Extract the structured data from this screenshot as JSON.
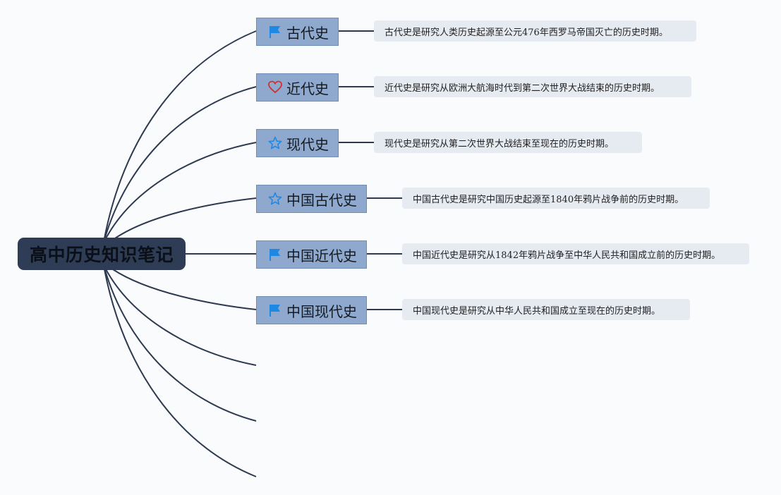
{
  "root": {
    "title": "高中历史知识笔记"
  },
  "topics": [
    {
      "label": "古代史",
      "icon": "flag-icon",
      "note": "古代史是研究人类历史起源至公元476年西罗马帝国灭亡的历史时期。"
    },
    {
      "label": "近代史",
      "icon": "heart-icon",
      "note": "近代史是研究从欧洲大航海时代到第二次世界大战结束的历史时期。"
    },
    {
      "label": "现代史",
      "icon": "star-icon",
      "note": "现代史是研究从第二次世界大战结束至现在的历史时期。"
    },
    {
      "label": "中国古代史",
      "icon": "star-icon",
      "note": "中国古代史是研究中国历史起源至1840年鸦片战争前的历史时期。"
    },
    {
      "label": "中国近代史",
      "icon": "flag-icon",
      "note": "中国近代史是研究从1842年鸦片战争至中华人民共和国成立前的历史时期。"
    },
    {
      "label": "中国现代史",
      "icon": "flag-icon",
      "note": "中国现代史是研究从中华人民共和国成立至现在的历史时期。"
    }
  ],
  "colors": {
    "root_fill": "#2e3d55",
    "topic_fill": "#8ea9cd",
    "note_fill": "#e6eaf1",
    "connector": "#2d3a50",
    "flag": "#1e88e5",
    "heart": "#d32f2f",
    "star": "#1e88e5"
  }
}
